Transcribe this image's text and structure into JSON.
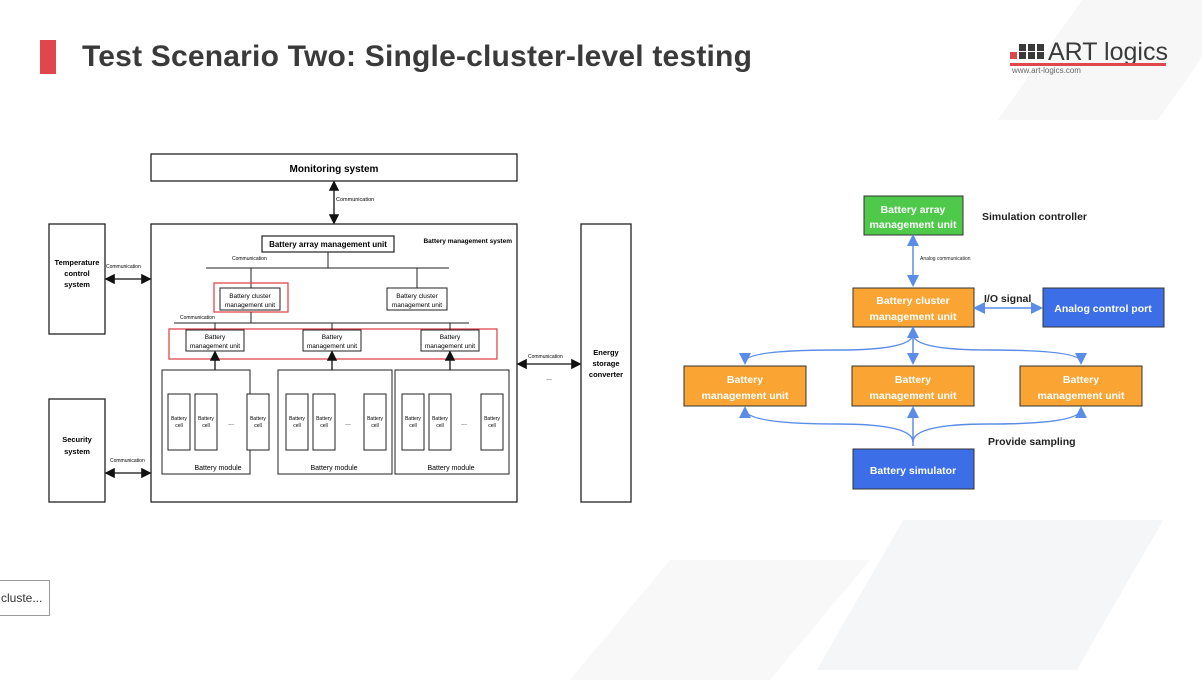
{
  "slide": {
    "title": "Test Scenario Two: Single-cluster-level testing",
    "accent_color": "#e0474c"
  },
  "logo": {
    "name": "ART logics",
    "url": "www.art-logics.com",
    "icon": "squares-logo-icon"
  },
  "left_diagram": {
    "monitoring_system": "Monitoring system",
    "communication": "Communication",
    "battery_management_system": "Battery management system",
    "battery_array_management_unit": "Battery array management unit",
    "temperature_control_system": [
      "Temperature",
      "control",
      "system"
    ],
    "security_system": [
      "Security",
      "system"
    ],
    "energy_storage_converter": [
      "Energy",
      "storage",
      "converter"
    ],
    "battery_cluster_management_unit": [
      "Battery cluster",
      "management unit"
    ],
    "battery_management_unit": [
      "Battery",
      "management unit"
    ],
    "battery_cell": [
      "Battery",
      "cell"
    ],
    "battery_module": "Battery module",
    "ellipsis": "...",
    "highlight_color": "#e0474c"
  },
  "right_diagram": {
    "battery_array_management_unit": [
      "Battery array",
      "management unit"
    ],
    "simulation_controller": "Simulation controller",
    "analog_communication": "Analog communication",
    "battery_cluster_management_unit": [
      "Battery cluster",
      "management unit"
    ],
    "io_signal": "I/O signal",
    "analog_control_port": "Analog control port",
    "battery_management_unit": [
      "Battery",
      "management unit"
    ],
    "provide_sampling": "Provide sampling",
    "battery_simulator": "Battery simulator",
    "colors": {
      "green": "#4ec94a",
      "orange": "#f9a433",
      "blue": "#3c6ee8",
      "arrow": "#5b8de8"
    }
  },
  "tooltip": {
    "text": "cluste..."
  }
}
